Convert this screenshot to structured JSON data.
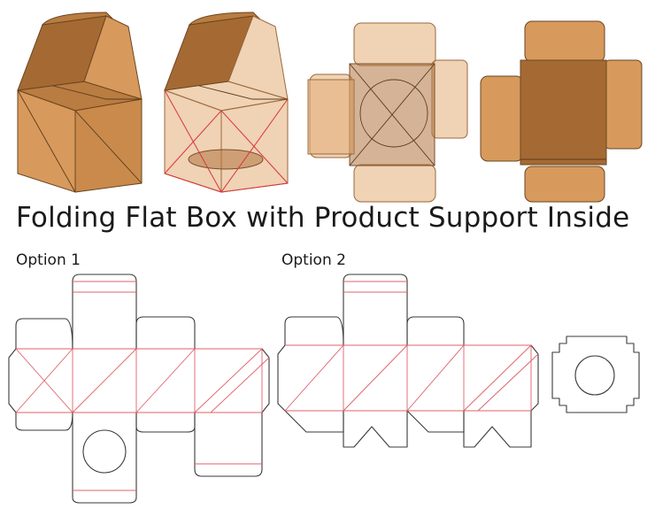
{
  "title": "Folding Flat Box with Product Support Inside",
  "options": [
    {
      "label": "Option 1"
    },
    {
      "label": "Option 2"
    }
  ],
  "colors": {
    "kraft_light": "#d79a5c",
    "kraft_dark": "#a56a33",
    "cut_line": "#3a3a3a",
    "fold_line": "#e0606a"
  }
}
